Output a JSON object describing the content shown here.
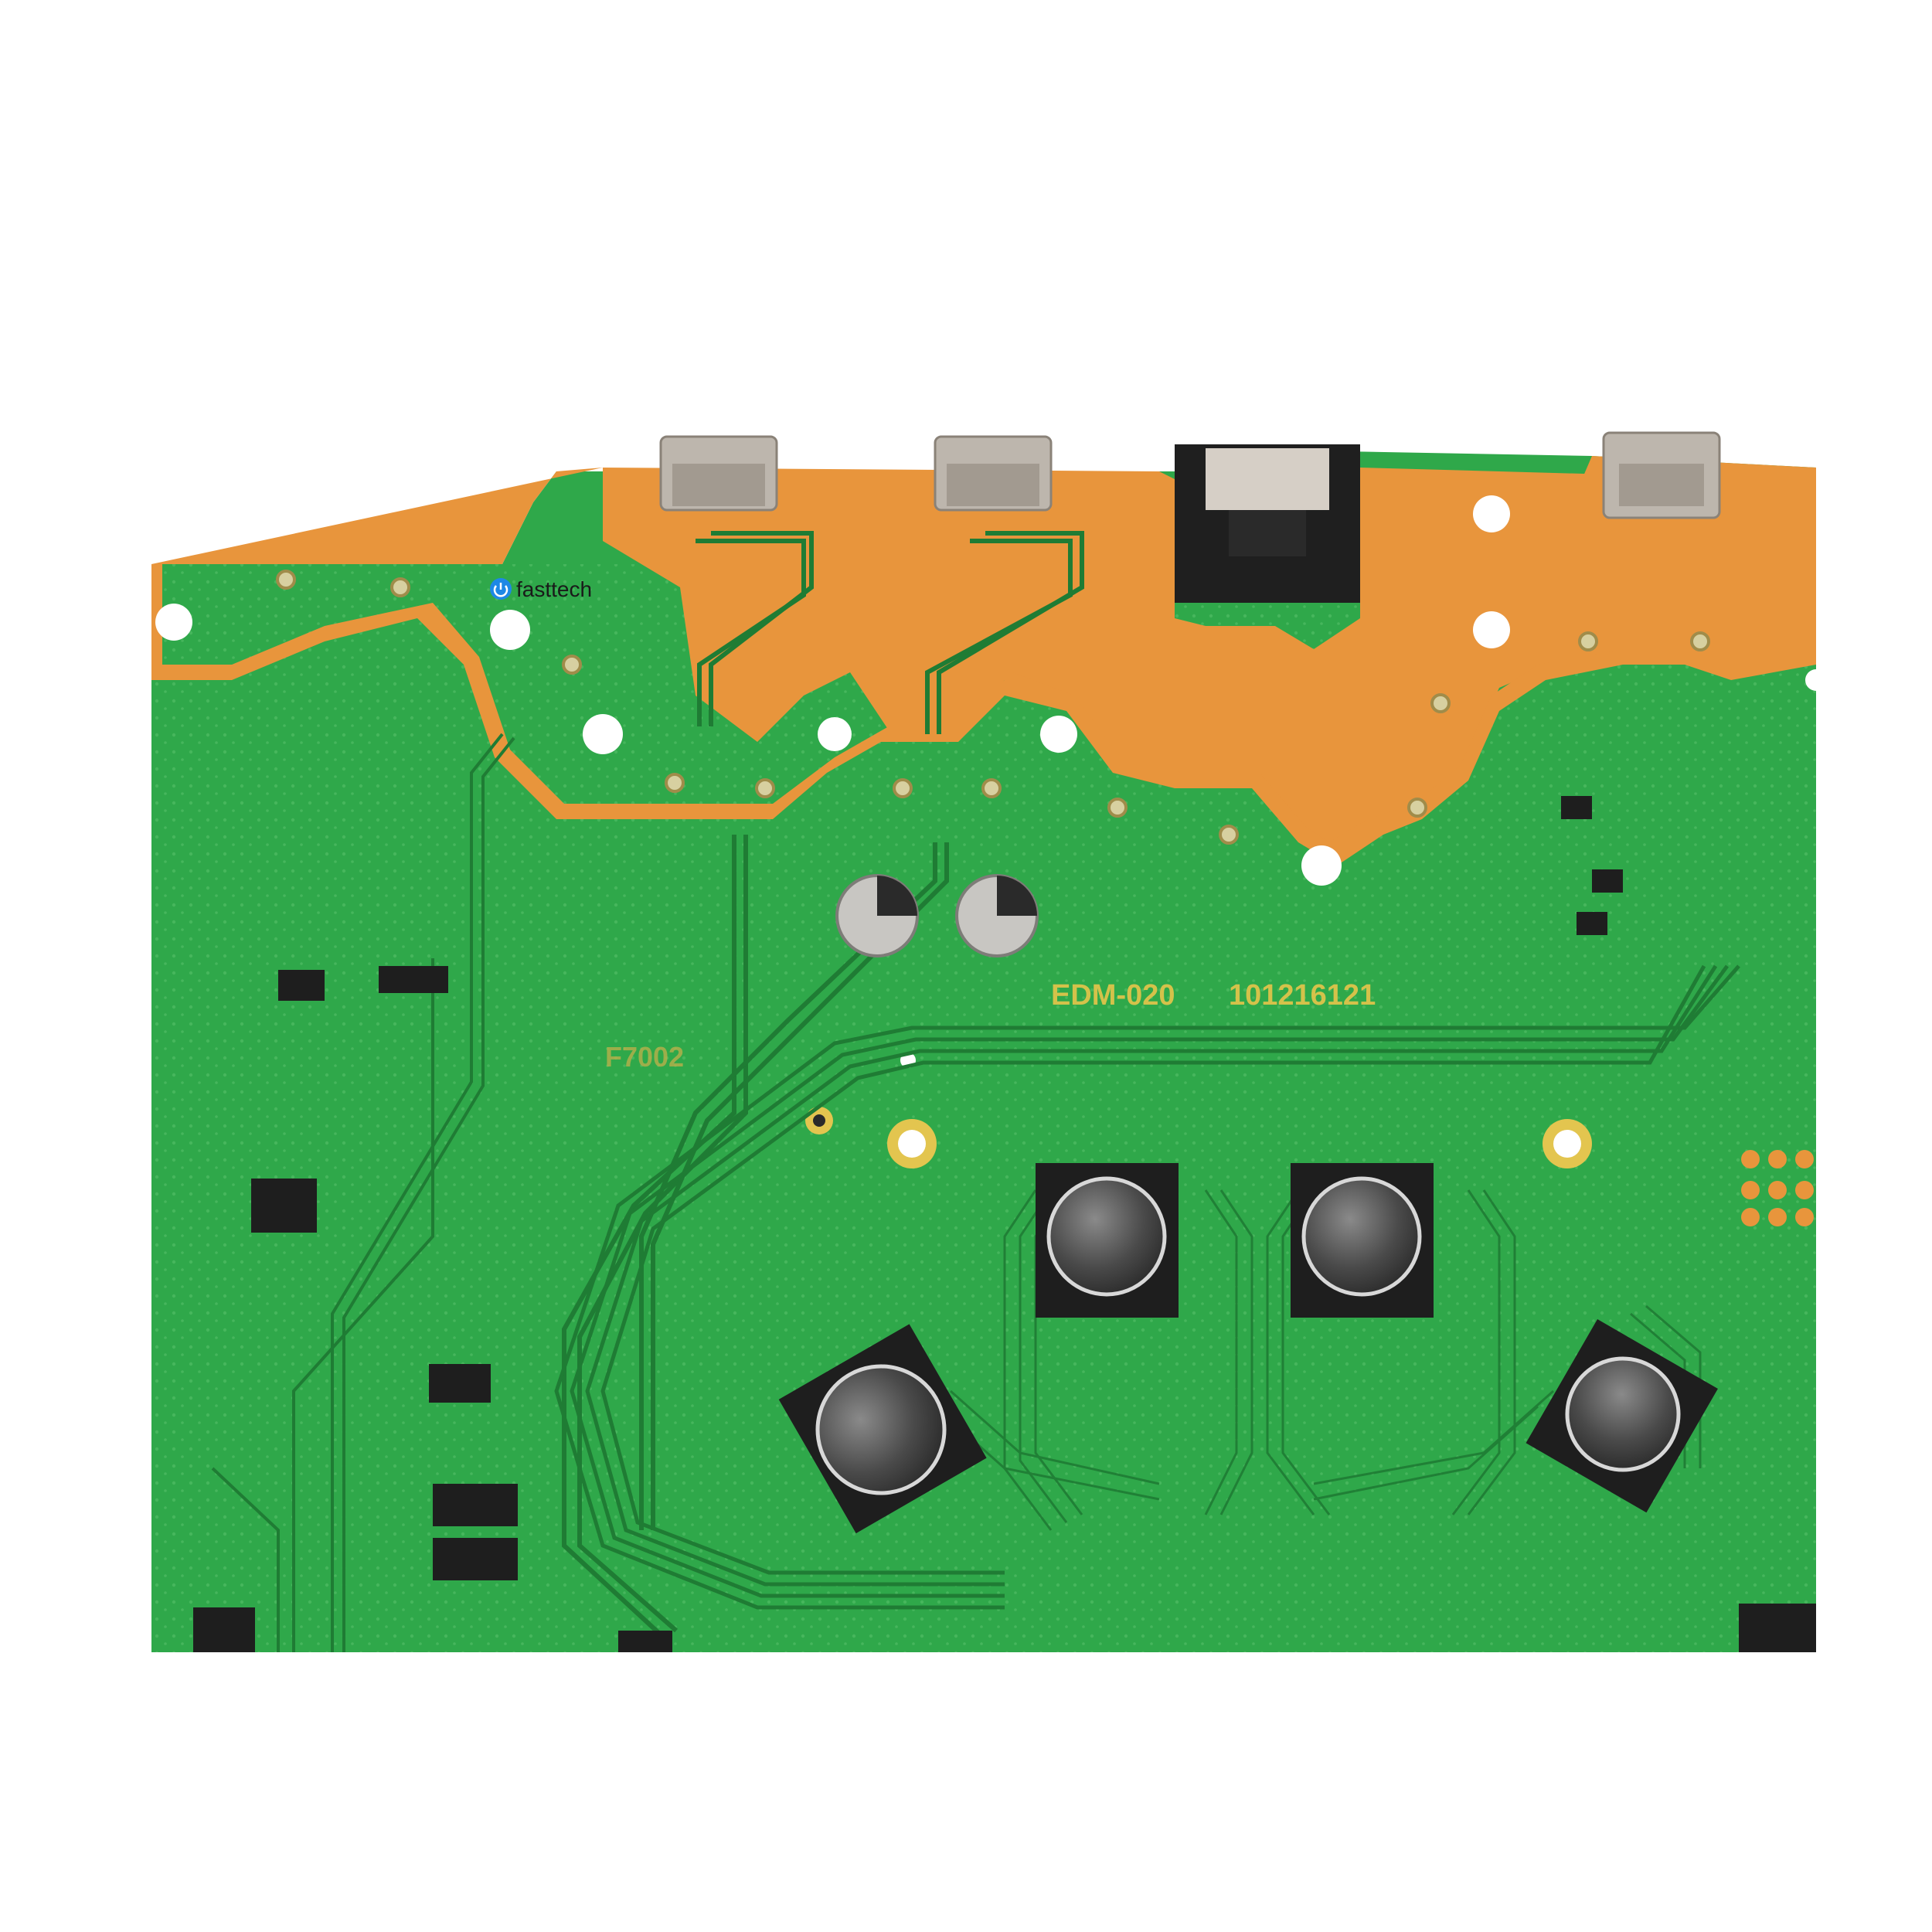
{
  "logo": {
    "text": "fasttech",
    "icon": "power-icon"
  },
  "silkscreen": {
    "model": "EDM-020",
    "serial": "101216121",
    "ref": "F7002"
  },
  "colors": {
    "board_green": "#2fa84a",
    "trace_green": "#238a3a",
    "copper_orange": "#e8953c",
    "silk_yellow": "#d4c24a",
    "chip_black": "#1e1e1e",
    "logo_blue": "#1e88e5"
  }
}
